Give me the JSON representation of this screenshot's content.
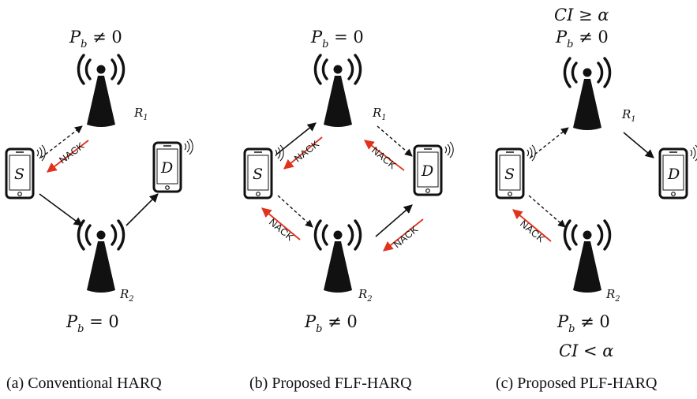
{
  "panels": [
    {
      "caption": "(a) Conventional HARQ",
      "relay1": "R",
      "relay1_sub": "1",
      "relay2": "R",
      "relay2_sub": "2",
      "source": "S",
      "dest": "D",
      "top_pb": "P",
      "top_pb_sub": "b",
      "top_pb_rel": " ≠ 0",
      "bottom_pb": "P",
      "bottom_pb_sub": "b",
      "bottom_pb_rel": " = 0",
      "nack": [
        "NACK"
      ]
    },
    {
      "caption": "(b) Proposed FLF-HARQ",
      "relay1": "R",
      "relay1_sub": "1",
      "relay2": "R",
      "relay2_sub": "2",
      "source": "S",
      "dest": "D",
      "top_pb": "P",
      "top_pb_sub": "b",
      "top_pb_rel": " = 0",
      "bottom_pb": "P",
      "bottom_pb_sub": "b",
      "bottom_pb_rel": " ≠ 0",
      "nack": [
        "NACK",
        "NACK",
        "NACK",
        "NACK"
      ]
    },
    {
      "caption": "(c) Proposed PLF-HARQ",
      "relay1": "R",
      "relay1_sub": "1",
      "relay2": "R",
      "relay2_sub": "2",
      "source": "S",
      "dest": "D",
      "top_ci": "CI ≥ α",
      "top_pb": "P",
      "top_pb_sub": "b",
      "top_pb_rel": " ≠ 0",
      "bottom_pb": "P",
      "bottom_pb_sub": "b",
      "bottom_pb_rel": " ≠ 0",
      "bottom_ci": "CI < α",
      "nack": [
        "NACK"
      ]
    }
  ]
}
